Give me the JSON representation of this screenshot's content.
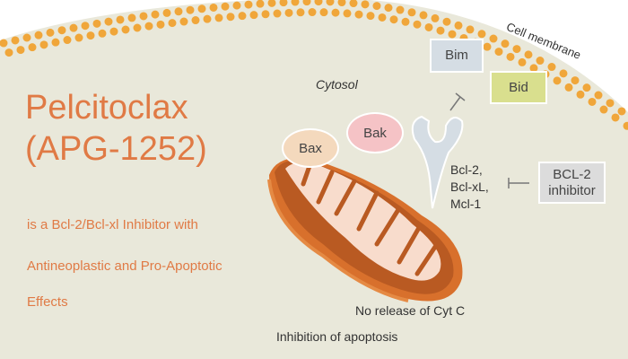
{
  "title_line1": "Pelcitoclax",
  "title_line2": "(APG-1252)",
  "description": [
    "is a Bcl-2/Bcl-xl Inhibitor with",
    "Antineoplastic and Pro-Apoptotic",
    "Effects"
  ],
  "labels": {
    "cell_membrane": "Cell membrane",
    "cytosol": "Cytosol",
    "bim": "Bim",
    "bid": "Bid",
    "bak": "Bak",
    "bax": "Bax",
    "bcl_family": [
      "Bcl-2,",
      "Bcl-xL,",
      "Mcl-1"
    ],
    "inhibitor": [
      "BCL-2",
      "inhibitor"
    ],
    "no_release": "No release of Cyt C",
    "inhibition": "Inhibition of apoptosis"
  },
  "colors": {
    "accent": "#e07a45",
    "background": "#e9e8da",
    "membrane": "#f0a63a",
    "bim": "#d5dde4",
    "bid": "#d9df8e",
    "bak": "#f5c3c6",
    "bax": "#f4d9bd",
    "inhibitor": "#dcdcdc"
  }
}
